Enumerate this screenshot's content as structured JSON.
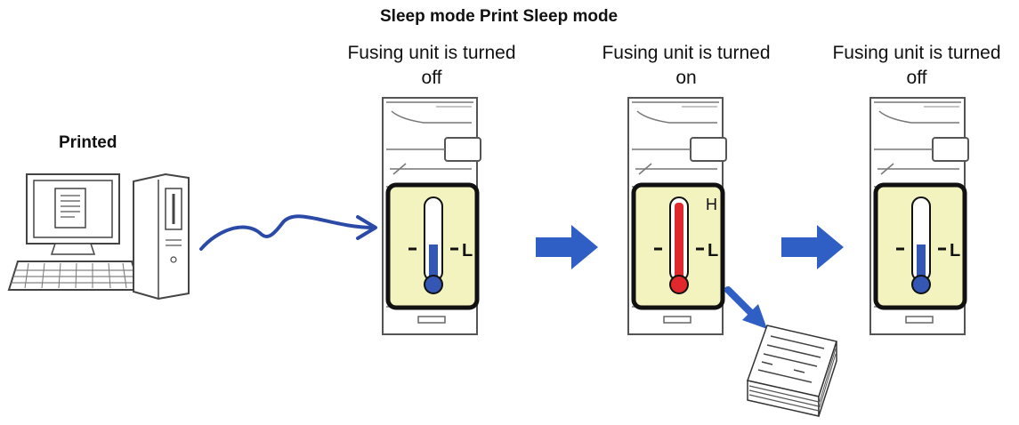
{
  "diagram": {
    "header_title": "Sleep mode Print Sleep mode",
    "pc_label": "Printed",
    "stages": [
      {
        "caption_line1": "Fusing unit is turned",
        "caption_line2": "off",
        "thermometer": "low"
      },
      {
        "caption_line1": "Fusing unit is turned",
        "caption_line2": "on",
        "thermometer": "high"
      },
      {
        "caption_line1": "Fusing unit is turned",
        "caption_line2": "off",
        "thermometer": "low"
      }
    ],
    "thermo_labels": {
      "high": "H",
      "low": "L"
    },
    "colors": {
      "signal_arrow": "#2b4aa8",
      "flow_arrow": "#2f5fc4",
      "panel_fill": "#f3f3c0",
      "cold_mercury": "#3457b3",
      "hot_mercury": "#e0282d"
    }
  }
}
